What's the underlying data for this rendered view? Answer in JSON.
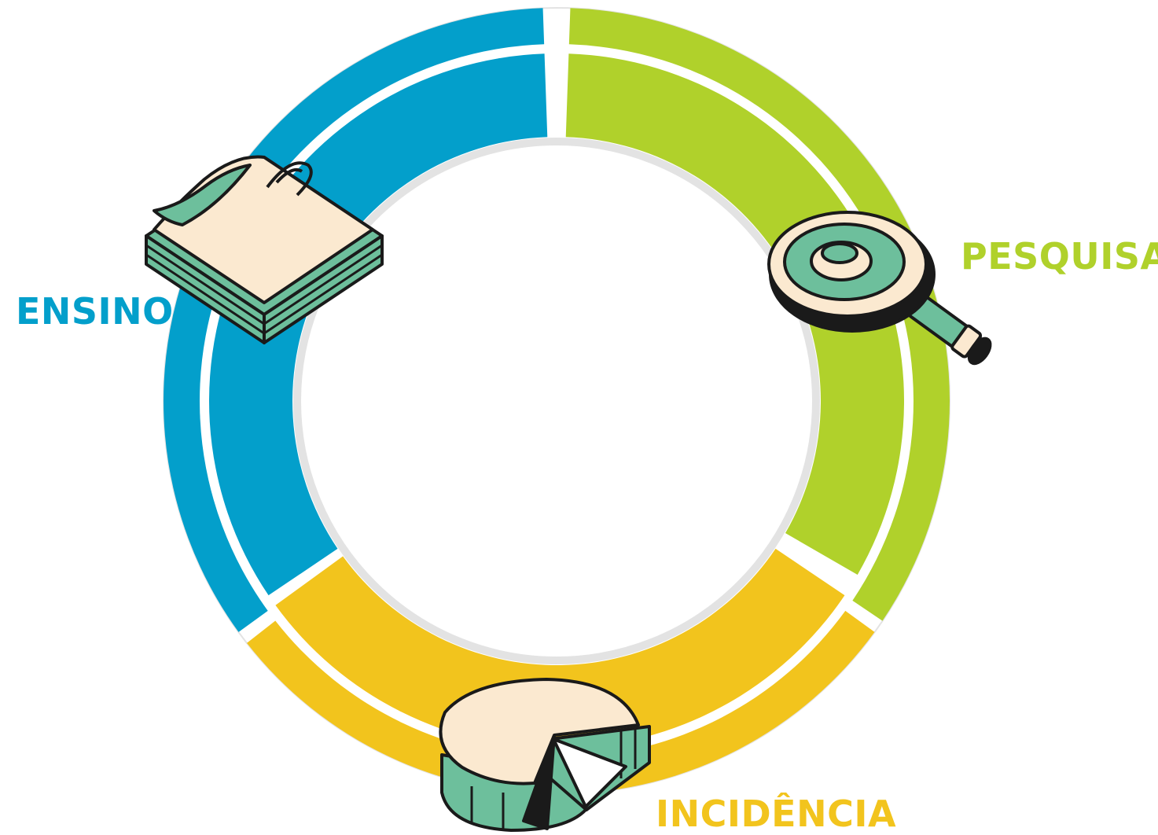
{
  "labels": {
    "ensino": "ENSINO",
    "pesquisa": "PESQUISA",
    "incidencia": "INCIDÊNCIA"
  },
  "colors": {
    "ensino": "#039fcb",
    "pesquisa": "#b0d12b",
    "incidencia": "#f2c41d",
    "gap": "#e3e3e3",
    "icon_fill": "#6dbf9c",
    "icon_paper": "#fbe9d0",
    "icon_outline": "#1a1a1a"
  },
  "icons": {
    "ensino": "notepad-paperclip-icon",
    "pesquisa": "magnifying-glass-icon",
    "incidencia": "pie-chart-icon"
  }
}
